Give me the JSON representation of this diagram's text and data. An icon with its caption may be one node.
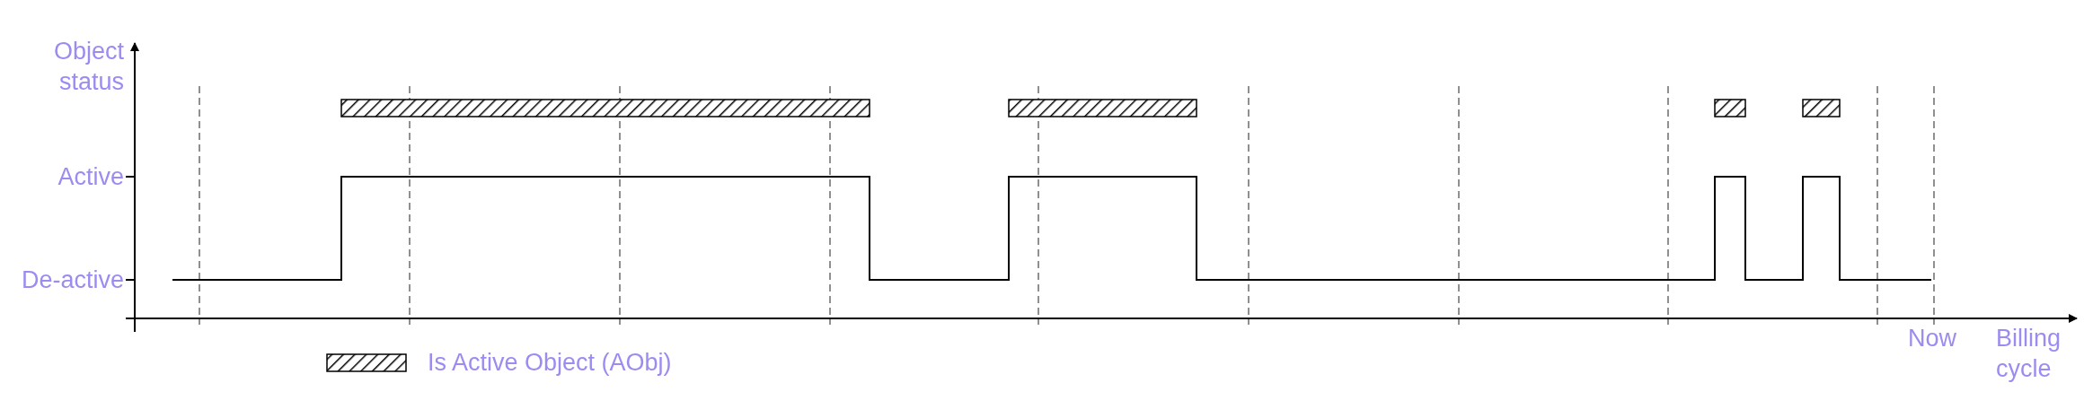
{
  "diagram": {
    "nodes": [
      {
        "text": [],
        "shape": "bar"
      },
      {
        "text": [],
        "shape": "bar"
      },
      {
        "text": [],
        "shape": "bar"
      },
      {
        "text": [],
        "shape": "bar"
      }
    ],
    "labels": [
      "Object status",
      "Active",
      "De-active",
      "Now",
      "Billing cycle"
    ],
    "legend": [
      {
        "text": "Is Active Object (AObj)"
      }
    ]
  }
}
